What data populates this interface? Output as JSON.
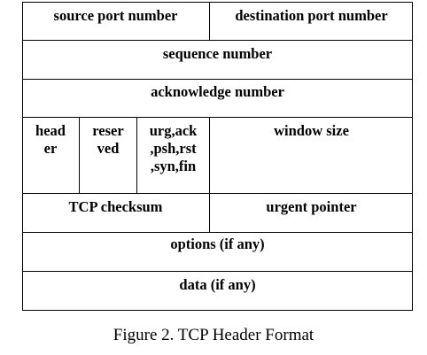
{
  "rows": {
    "source_port": "source port number",
    "destination_port": "destination port number",
    "sequence_number": "sequence number",
    "acknowledge_number": "acknowledge number",
    "header_length": "head\ner",
    "reserved": "reser\nved",
    "flags": "urg,ack\n,psh,rst\n,syn,fin",
    "window_size": "window size",
    "checksum": "TCP checksum",
    "urgent_pointer": "urgent pointer",
    "options": "options (if any)",
    "data": "data (if any)"
  },
  "caption": "Figure 2. TCP Header Format"
}
